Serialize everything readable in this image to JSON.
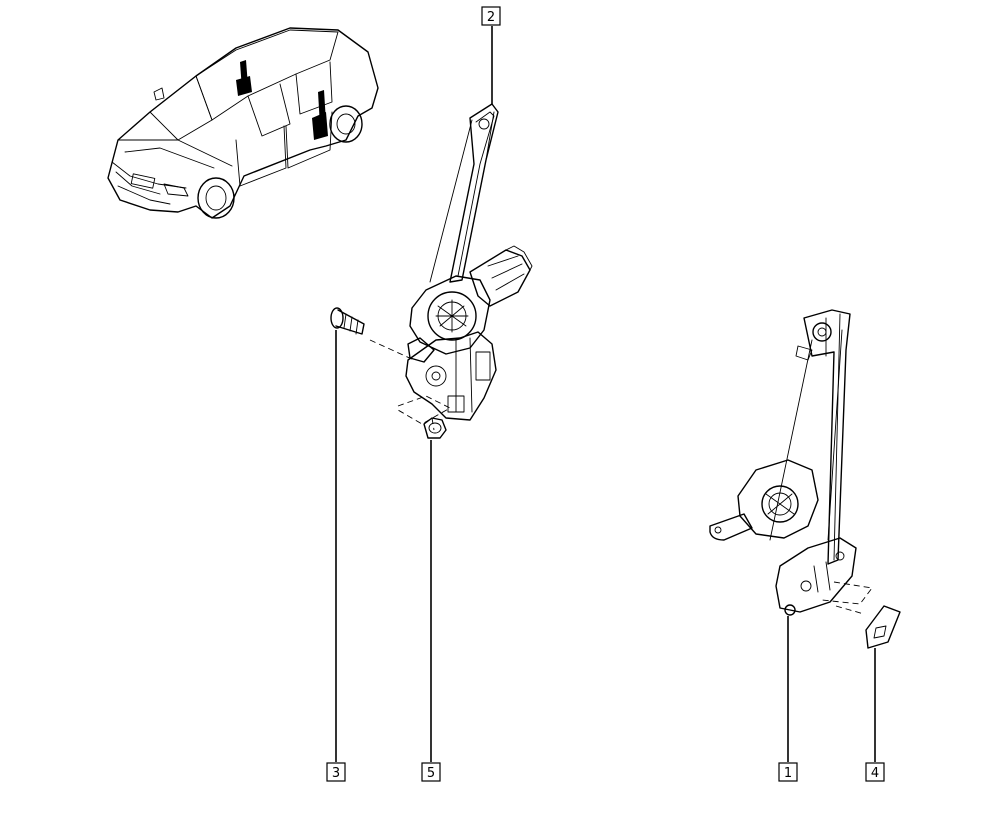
{
  "diagram": {
    "callouts": [
      {
        "id": "part-1",
        "label": "1"
      },
      {
        "id": "part-2",
        "label": "2"
      },
      {
        "id": "part-3",
        "label": "3"
      },
      {
        "id": "part-4",
        "label": "4"
      },
      {
        "id": "part-5",
        "label": "5"
      }
    ]
  },
  "colors": {
    "ink": "#000000",
    "paper": "#ffffff"
  }
}
